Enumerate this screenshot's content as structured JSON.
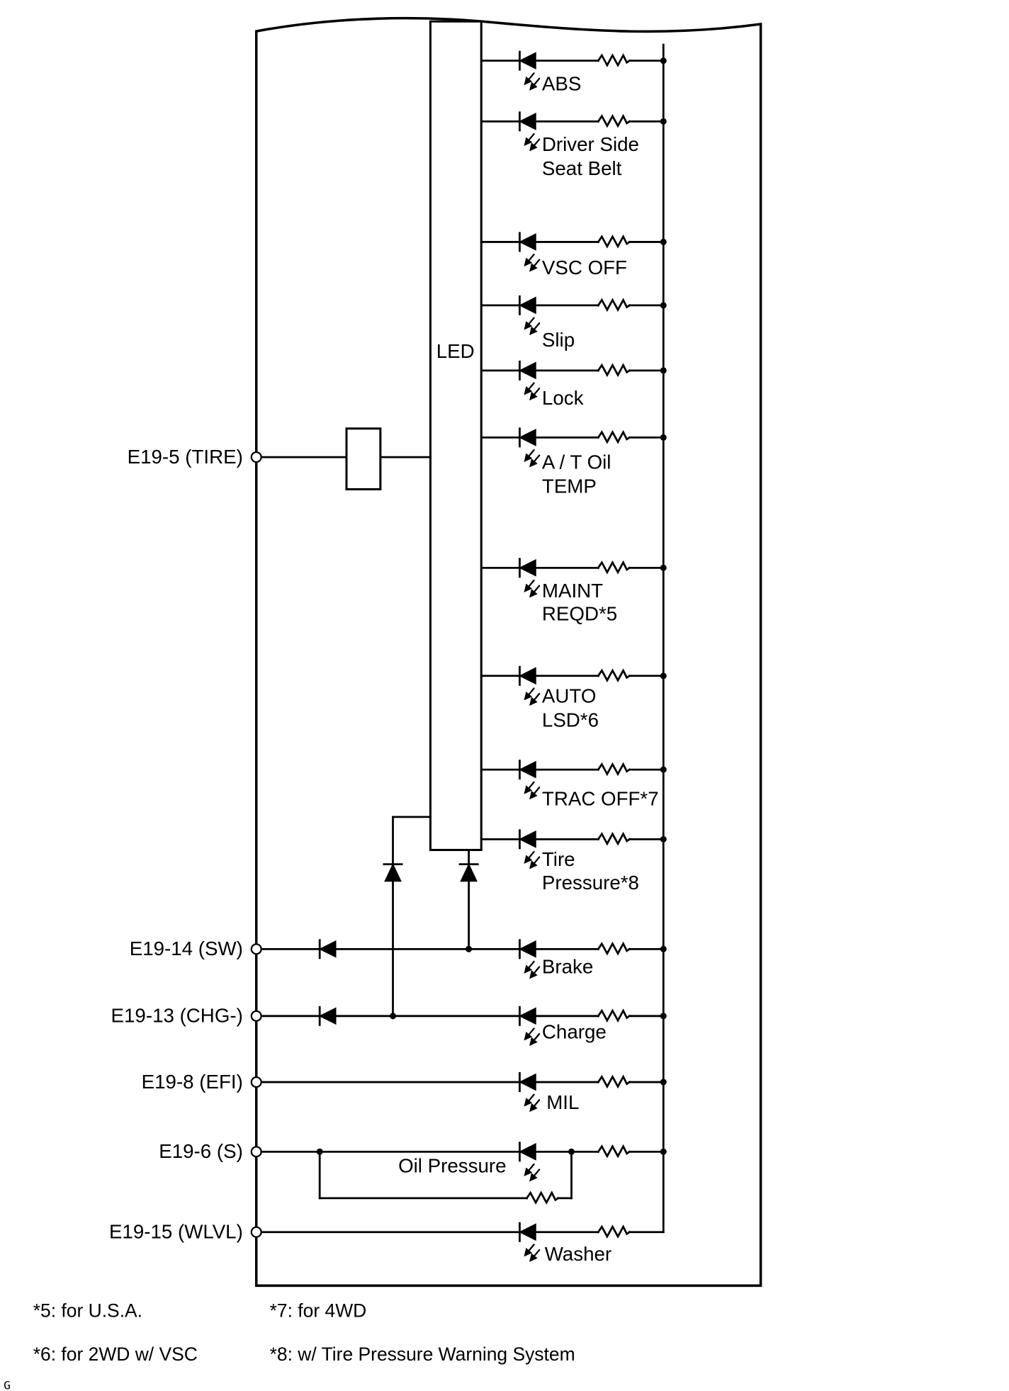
{
  "module": {
    "label": "LED"
  },
  "leds": [
    {
      "lines": [
        "ABS"
      ]
    },
    {
      "lines": [
        "Driver Side",
        "Seat Belt"
      ]
    },
    {
      "lines": [
        "VSC OFF"
      ]
    },
    {
      "lines": [
        "Slip"
      ]
    },
    {
      "lines": [
        "Lock"
      ]
    },
    {
      "lines": [
        "A / T Oil",
        "TEMP"
      ]
    },
    {
      "lines": [
        "MAINT",
        "REQD*5"
      ]
    },
    {
      "lines": [
        "AUTO",
        "LSD*6"
      ]
    },
    {
      "lines": [
        "TRAC OFF*7"
      ]
    },
    {
      "lines": [
        "Tire",
        "Pressure*8"
      ]
    },
    {
      "lines": [
        "Brake"
      ]
    },
    {
      "lines": [
        "Charge"
      ]
    },
    {
      "lines": [
        "MIL"
      ]
    },
    {
      "lines": [
        "Oil Pressure"
      ]
    },
    {
      "lines": [
        "Washer"
      ]
    }
  ],
  "connectors": [
    "E19-5 (TIRE)",
    "E19-14 (SW)",
    "E19-13 (CHG-)",
    "E19-8 (EFI)",
    "E19-6 (S)",
    "E19-15 (WLVL)"
  ],
  "footnotes": [
    "*5: for U.S.A.",
    "*7: for 4WD",
    "*6: for 2WD w/ VSC",
    "*8: w/ Tire Pressure Warning System"
  ],
  "corner_mark": "G"
}
